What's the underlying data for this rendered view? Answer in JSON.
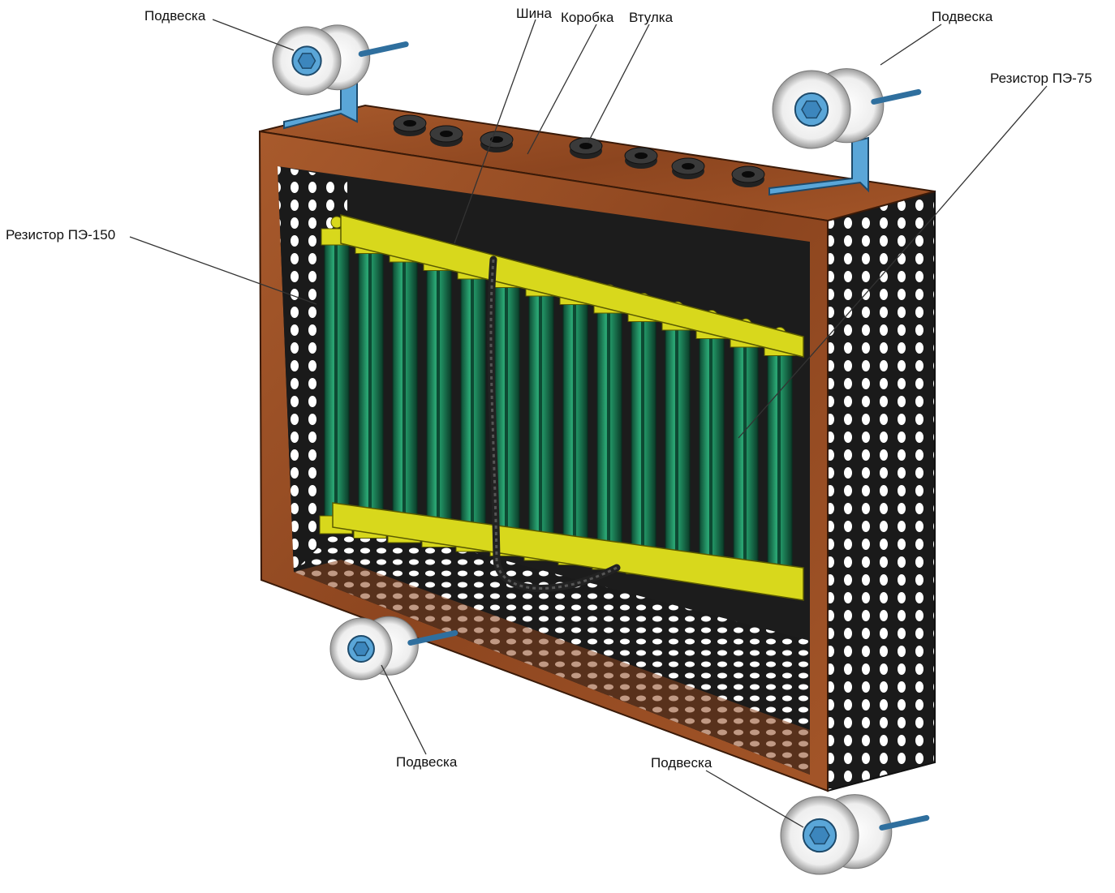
{
  "labels": {
    "hanger_top_left": "Подвеска",
    "bus": "Шина",
    "box": "Коробка",
    "bushing": "Втулка",
    "hanger_top_right": "Подвеска",
    "resistor_pe75": "Резистор ПЭ-75",
    "resistor_pe150": "Резистор ПЭ-150",
    "hanger_bottom_left": "Подвеска",
    "hanger_bottom_right": "Подвеска"
  },
  "colors": {
    "box_frame": "#9a4e24",
    "box_inner": "#1c1c1c",
    "resistor_green": "#1f8a5e",
    "resistor_dark": "#0d4a33",
    "bracket_yellow": "#d8d81c",
    "insulator_white": "#f2f2f2",
    "bolt_blue": "#5aa6d8",
    "leader_line": "#333333"
  }
}
